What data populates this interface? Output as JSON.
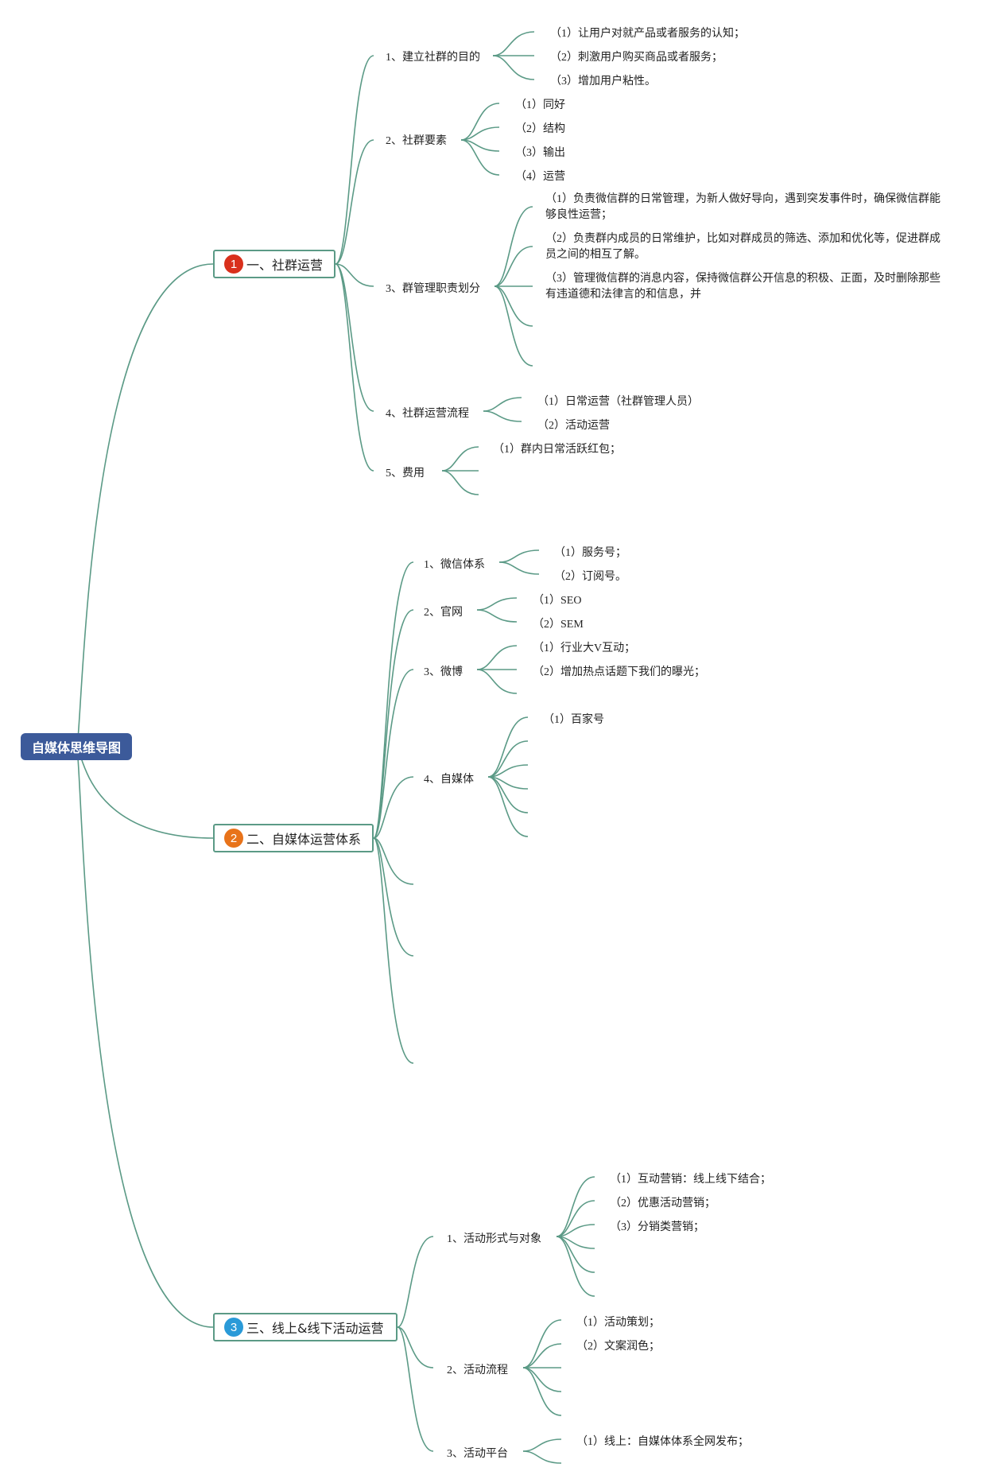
{
  "root": "自媒体思维导图",
  "colors": {
    "root_bg": "#3c5a9a",
    "link": "#5b9a86",
    "badge1": "#d9301c",
    "badge2": "#e8731a",
    "badge3": "#2a9ad8"
  },
  "branches": [
    {
      "num": "1",
      "label": "一、社群运营",
      "subs": [
        {
          "label": "1、建立社群的目的",
          "items": [
            "（1）让用户对就产品或者服务的认知；",
            "（2）刺激用户购买商品或者服务；",
            "（3）增加用户粘性。"
          ]
        },
        {
          "label": "2、社群要素",
          "items": [
            "（1）同好",
            "（2）结构",
            "（3）输出",
            "（4）运营"
          ]
        },
        {
          "label": "3、群管理职责划分",
          "items": [
            "（1）负责微信群的日常管理，为新人做好导向，遇到突发事件时，确保微信群能够良性运营；",
            "（2）负责群内成员的日常维护，比如对群成员的筛选、添加和优化等，促进群成员之间的相互了解。",
            "（3）管理微信群的消息内容，保持微信群公开信息的积极、正面，及时删除那些有违道德和法律言的和信息，并"
          ]
        },
        {
          "label": "4、社群运营流程",
          "items": [
            "（1）日常运营（社群管理人员）",
            "（2）活动运营"
          ]
        },
        {
          "label": "5、费用",
          "items": [
            "（1）群内日常活跃红包；"
          ]
        }
      ]
    },
    {
      "num": "2",
      "label": "二、自媒体运营体系",
      "subs": [
        {
          "label": "1、微信体系",
          "items": [
            "（1）服务号；",
            "（2）订阅号。"
          ]
        },
        {
          "label": "2、官网",
          "items": [
            "（1）SEO",
            "（2）SEM"
          ]
        },
        {
          "label": "3、微博",
          "items": [
            "（1）行业大V互动；",
            "（2）增加热点话题下我们的曝光；"
          ]
        },
        {
          "label": "4、自媒体",
          "items": [
            "（1）百家号"
          ]
        }
      ]
    },
    {
      "num": "3",
      "label": "三、线上&线下活动运营",
      "subs": [
        {
          "label": "1、活动形式与对象",
          "items": [
            "（1）互动营销：线上线下结合；",
            "（2）优惠活动营销；",
            "（3）分销类营销；"
          ]
        },
        {
          "label": "2、活动流程",
          "items": [
            "（1）活动策划；",
            "（2）文案润色；"
          ]
        },
        {
          "label": "3、活动平台",
          "items": [
            "（1）线上：自媒体体系全网发布；"
          ]
        }
      ]
    }
  ]
}
